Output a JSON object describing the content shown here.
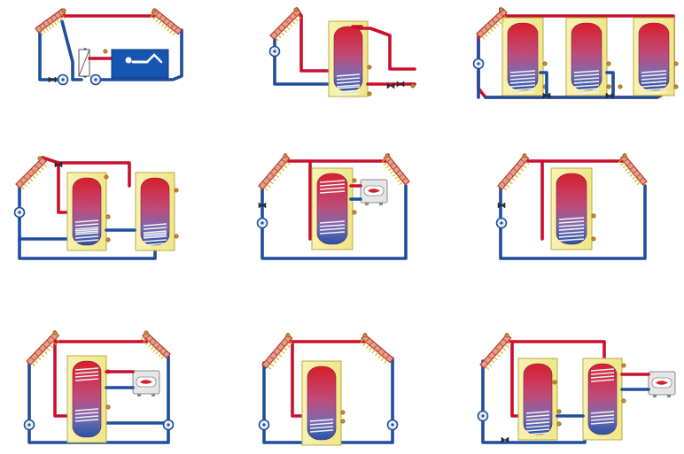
{
  "colors": {
    "hot": "#c8102e",
    "cold": "#1f4e9c",
    "tank_casing": "#f4ee9e",
    "tank_casing_border": "#b9aa44",
    "collector": "#c0392b",
    "collector_glass": "#e3a08c",
    "collector_rays": "#d4b21a",
    "sensor": "#c98a2a",
    "pool": "#1556b0",
    "burner_box": "#e6e6e6"
  },
  "diagrams": [
    {
      "id": "pool-heating",
      "icons": [
        "collector-icon",
        "heat-exchanger-icon",
        "pump-icon",
        "valve-icon",
        "pool-icon"
      ]
    },
    {
      "id": "single-tank-auxiliary",
      "icons": [
        "collector-icon",
        "storage-tank-icon",
        "pump-icon",
        "valve-icon"
      ]
    },
    {
      "id": "three-tank-series",
      "icons": [
        "collector-icon",
        "storage-tank-icon",
        "pump-icon",
        "valve-icon"
      ]
    },
    {
      "id": "two-tank",
      "icons": [
        "collector-icon",
        "storage-tank-icon",
        "pump-icon",
        "valve-icon"
      ]
    },
    {
      "id": "dual-coil-boiler-east-west",
      "icons": [
        "collector-icon",
        "storage-tank-icon",
        "boiler-icon",
        "pump-icon",
        "valve-icon"
      ]
    },
    {
      "id": "single-coil-east-west",
      "icons": [
        "collector-icon",
        "storage-tank-icon",
        "pump-icon",
        "valve-icon"
      ]
    },
    {
      "id": "dual-coil-boiler-two-pumps",
      "icons": [
        "collector-icon",
        "storage-tank-icon",
        "boiler-icon",
        "pump-icon"
      ]
    },
    {
      "id": "single-coil-two-collectors",
      "icons": [
        "collector-icon",
        "storage-tank-icon"
      ]
    },
    {
      "id": "preheat-tank-boiler",
      "icons": [
        "collector-icon",
        "storage-tank-icon",
        "boiler-icon",
        "pump-icon",
        "valve-icon"
      ]
    }
  ]
}
